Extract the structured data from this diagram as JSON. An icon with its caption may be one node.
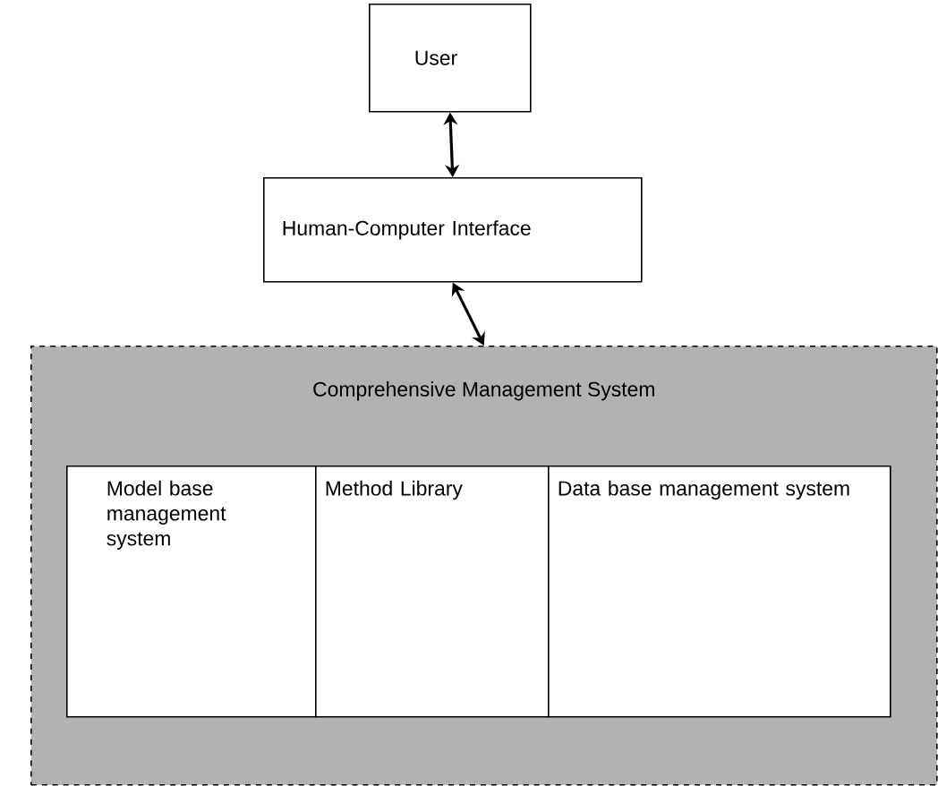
{
  "diagram": {
    "nodes": [
      {
        "text": [
          "User"
        ]
      },
      {
        "text": [
          "Human-Computer Interface"
        ]
      },
      {
        "text": [
          "Comprehensive Management System"
        ]
      },
      {
        "text": [
          "Model base management system"
        ],
        "in": 2
      },
      {
        "text": [
          "Method Library"
        ],
        "in": 2
      },
      {
        "text": [
          "Data base management system"
        ],
        "in": 2
      }
    ],
    "edges": [
      {
        "from": 0,
        "to": 1,
        "arrow": "both"
      },
      {
        "from": 1,
        "to": 2,
        "arrow": "both"
      }
    ]
  }
}
